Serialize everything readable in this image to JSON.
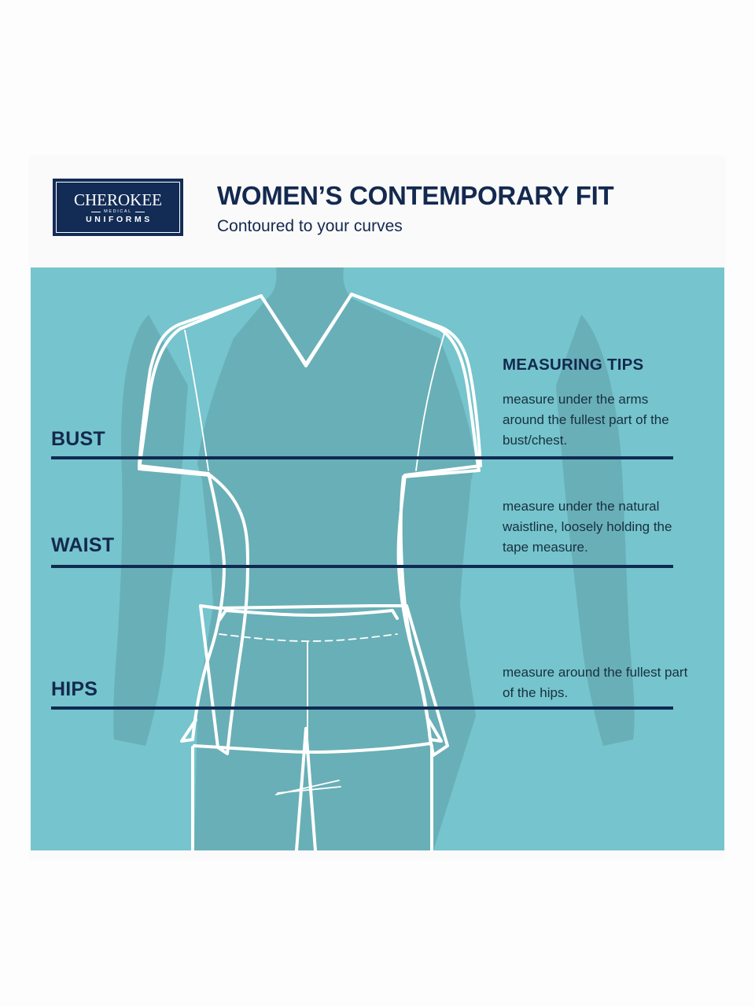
{
  "brand": {
    "name": "CHEROKEE",
    "division": "MEDICAL",
    "line": "UNIFORMS"
  },
  "header": {
    "title": "WOMEN’S CONTEMPORARY FIT",
    "subtitle": "Contoured to your curves"
  },
  "measurements": [
    {
      "label": "BUST",
      "tip": "measure under the arms around the fullest part of the bust/chest."
    },
    {
      "label": "WAIST",
      "tip": "measure under the natural waistline, loosely holding the tape measure."
    },
    {
      "label": "HIPS",
      "tip": "measure around the fullest part of the hips."
    }
  ],
  "tips_heading": "MEASURING TIPS",
  "colors": {
    "navy": "#13294f",
    "panel_teal": "#76c4cd",
    "silhouette_teal": "#69afb7",
    "outline": "#ffffff",
    "background": "#fafafa"
  }
}
